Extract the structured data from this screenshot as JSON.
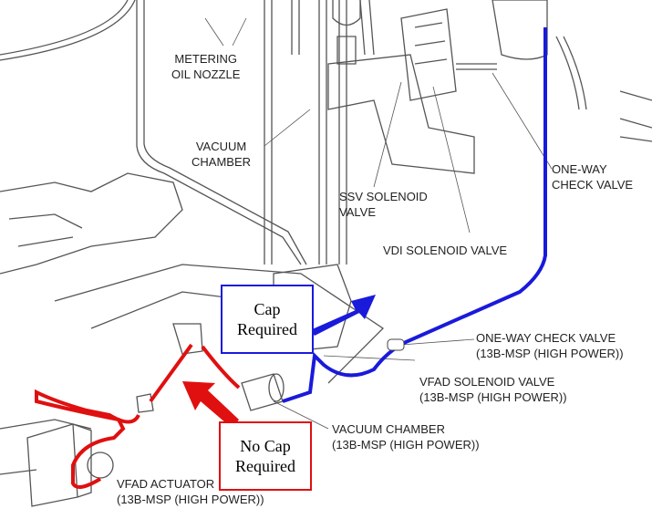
{
  "labels": {
    "metering_oil_nozzle": [
      "METERING",
      "OIL NOZZLE"
    ],
    "vacuum_chamber_top": [
      "VACUUM",
      "CHAMBER"
    ],
    "ssv_solenoid": [
      "SSV SOLENOID",
      "VALVE"
    ],
    "vdi_solenoid": "VDI SOLENOID VALVE",
    "one_way_check_top": [
      "ONE-WAY",
      "CHECK VALVE"
    ],
    "one_way_check_hp": [
      "ONE-WAY CHECK VALVE",
      "(13B-MSP (HIGH POWER))"
    ],
    "vfad_solenoid": [
      "VFAD SOLENOID VALVE",
      "(13B-MSP (HIGH POWER))"
    ],
    "vacuum_chamber_hp": [
      "VACUUM CHAMBER",
      "(13B-MSP (HIGH POWER))"
    ],
    "vfad_actuator": [
      "VFAD ACTUATOR",
      "(13B-MSP (HIGH POWER))"
    ]
  },
  "callouts": {
    "cap": [
      "Cap",
      "Required"
    ],
    "no_cap": [
      "No Cap",
      "Required"
    ]
  },
  "colors": {
    "vacuum_line_blue": "#1a1adb",
    "actuator_line_red": "#e01010",
    "line_art": "#444444"
  }
}
